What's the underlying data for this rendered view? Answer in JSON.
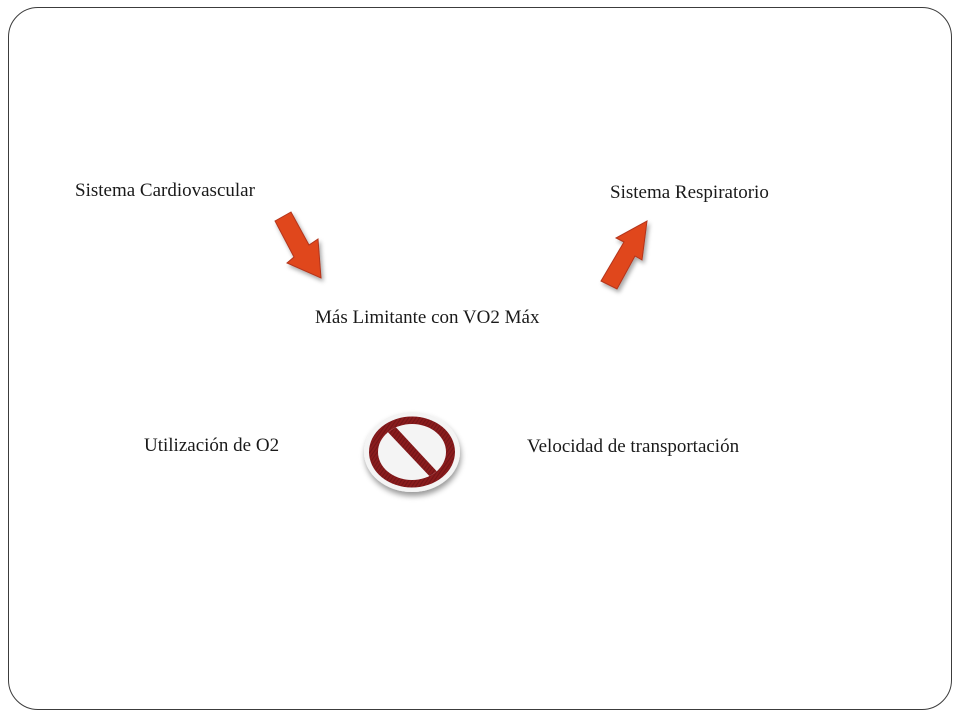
{
  "slide": {
    "labels": {
      "cardiovascular": "Sistema Cardiovascular",
      "respiratorio": "Sistema Respiratorio",
      "limitante": "Más Limitante con VO2 Máx",
      "utilizacion": "Utilización de O2",
      "velocidad": "Velocidad de transportación"
    },
    "icons": {
      "arrow_down": "arrow-down-right-icon",
      "arrow_up": "arrow-up-right-icon",
      "prohibition": "prohibition-icon"
    },
    "colors": {
      "arrow_fill": "#e0461e",
      "arrow_stroke": "#b3341a",
      "prohibition_fill": "#8a1a1e",
      "prohibition_ring": "#f4f4f4",
      "frame": "#3c3c3c"
    }
  }
}
